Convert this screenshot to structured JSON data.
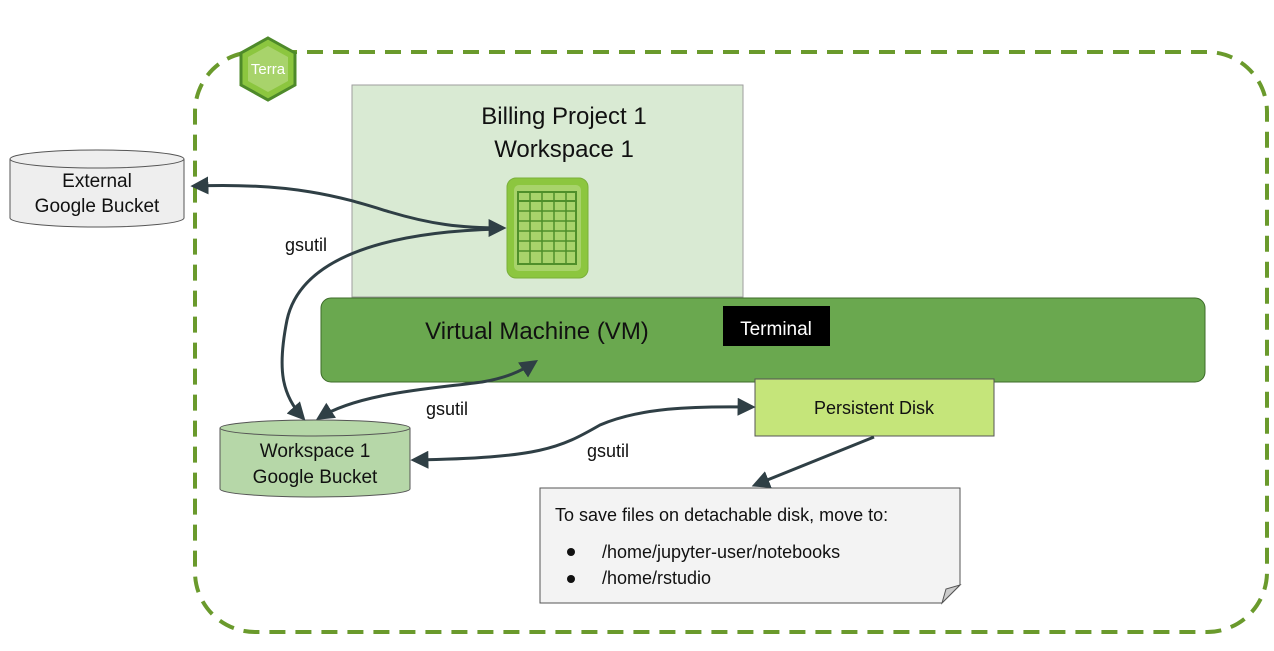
{
  "logo": {
    "text": "Terra"
  },
  "billing": {
    "line1": "Billing Project 1",
    "line2": "Workspace 1"
  },
  "external_bucket": {
    "line1": "External",
    "line2": "Google Bucket"
  },
  "vm": {
    "label": "Virtual Machine (VM)"
  },
  "terminal": {
    "label": "Terminal"
  },
  "persistent_disk": {
    "label": "Persistent Disk"
  },
  "workspace_bucket": {
    "line1": "Workspace 1",
    "line2": "Google Bucket"
  },
  "arrows": {
    "external_to_table": "gsutil",
    "bucket_to_vm": "gsutil",
    "bucket_to_disk": "gsutil"
  },
  "note": {
    "heading": "To save files on detachable disk, move to:",
    "items": [
      "/home/jupyter-user/notebooks",
      "/home/rstudio"
    ]
  },
  "colors": {
    "terra_border": "#6a9a2c",
    "billing_fill": "#d9ead3",
    "vm_fill": "#6aa84f",
    "disk_fill": "#c5e57a",
    "bucket_fill": "#b6d7a8",
    "external_fill": "#eeeeee",
    "note_fill": "#f3f3f3",
    "arrow": "#2f3f45"
  }
}
